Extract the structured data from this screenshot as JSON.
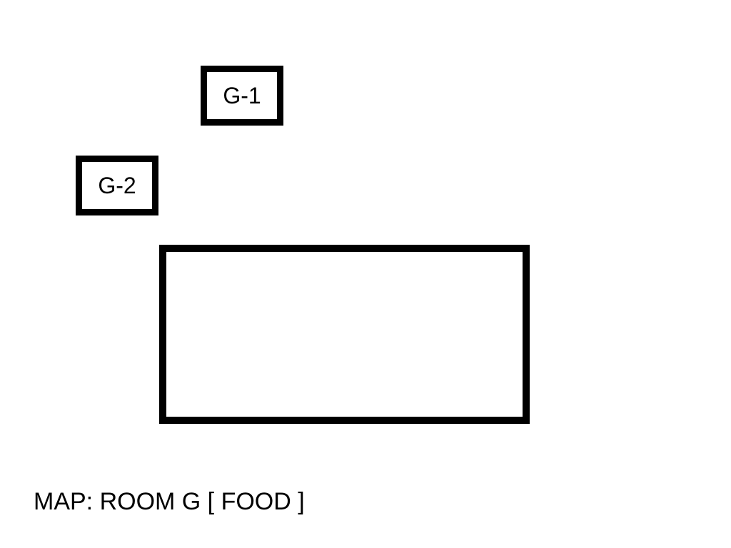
{
  "map": {
    "rooms": [
      {
        "id": "G-1",
        "label": "G-1"
      },
      {
        "id": "G-2",
        "label": "G-2"
      }
    ],
    "caption": "MAP: ROOM G [ FOOD ]"
  }
}
